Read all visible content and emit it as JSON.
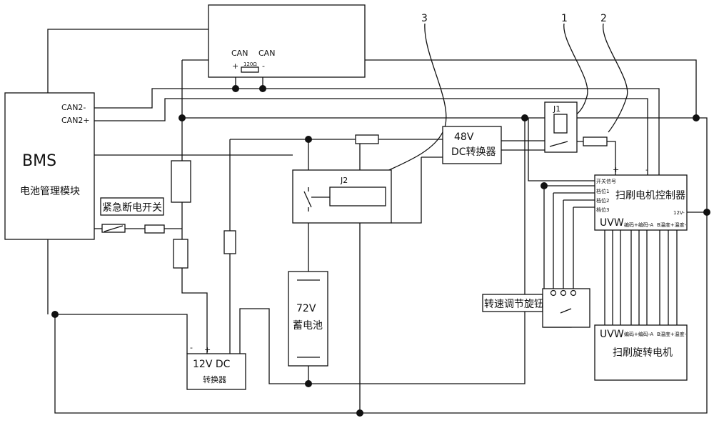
{
  "can_module": {
    "can_left": "CAN",
    "can_right": "CAN",
    "plus": "+",
    "minus": "-",
    "resistor": "120Ω"
  },
  "bms": {
    "title": "BMS",
    "subtitle": "电池管理模块",
    "can2_minus": "CAN2-",
    "can2_plus": "CAN2+"
  },
  "emergency_switch": {
    "label": "紧急断电开关"
  },
  "relay_j1": {
    "label": "J1"
  },
  "relay_j2": {
    "label": "J2"
  },
  "callouts": {
    "c1": "1",
    "c2": "2",
    "c3": "3"
  },
  "dc48": {
    "line1": "48V",
    "line2": "DC转换器"
  },
  "dc12": {
    "line1": "12V DC",
    "line2": "转换器"
  },
  "battery": {
    "line1": "72V",
    "line2": "蓄电池",
    "minus": "-"
  },
  "controller": {
    "title": "扫刷电机控制器",
    "plus": "+",
    "minus": "-",
    "pins": [
      "开关信号",
      "档位1",
      "档位2",
      "档位3"
    ],
    "out_12v": "12V-",
    "uvw": "UVW",
    "enc": "编码+编码-A",
    "temp": "B温度+温度-"
  },
  "motor": {
    "title": "扫刷旋转电机",
    "uvw": "UVW",
    "enc": "编码+编码-A",
    "temp": "B温度+温度-"
  },
  "speed_knob": {
    "label": "转速调节旋钮"
  },
  "dc12_terms": {
    "minus": "-",
    "plus": "+"
  }
}
